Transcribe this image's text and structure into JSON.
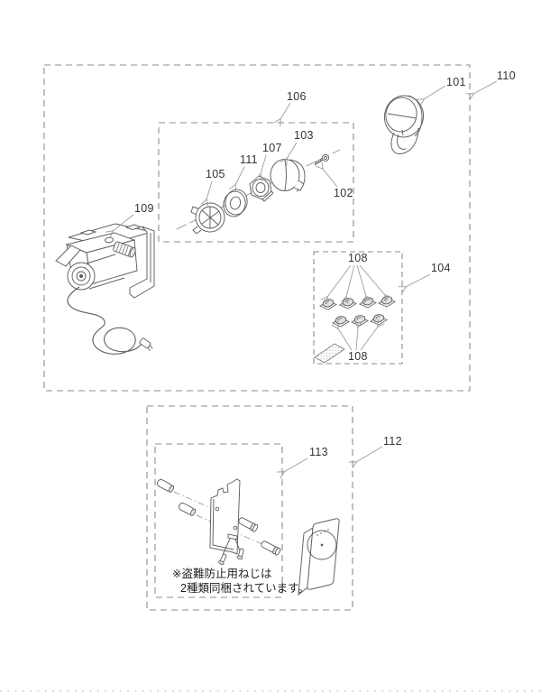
{
  "page": {
    "background": "#ffffff"
  },
  "colors": {
    "drawing_line": "#5f5f5f",
    "dashed_box": "#8c8c8c",
    "arrow": "#999999",
    "label_text": "#333333",
    "page_break_pink": "#f0b4da"
  },
  "callouts": {
    "c101": "101",
    "c102": "102",
    "c103": "103",
    "c104": "104",
    "c105": "105",
    "c106": "106",
    "c107": "107",
    "c108_top": "108",
    "c108_bottom": "108",
    "c109": "109",
    "c110": "110",
    "c111": "111",
    "c112": "112",
    "c113": "113"
  },
  "note": {
    "line1": "※盗難防止用ねじは",
    "line2": "2種類同梱されています。"
  }
}
